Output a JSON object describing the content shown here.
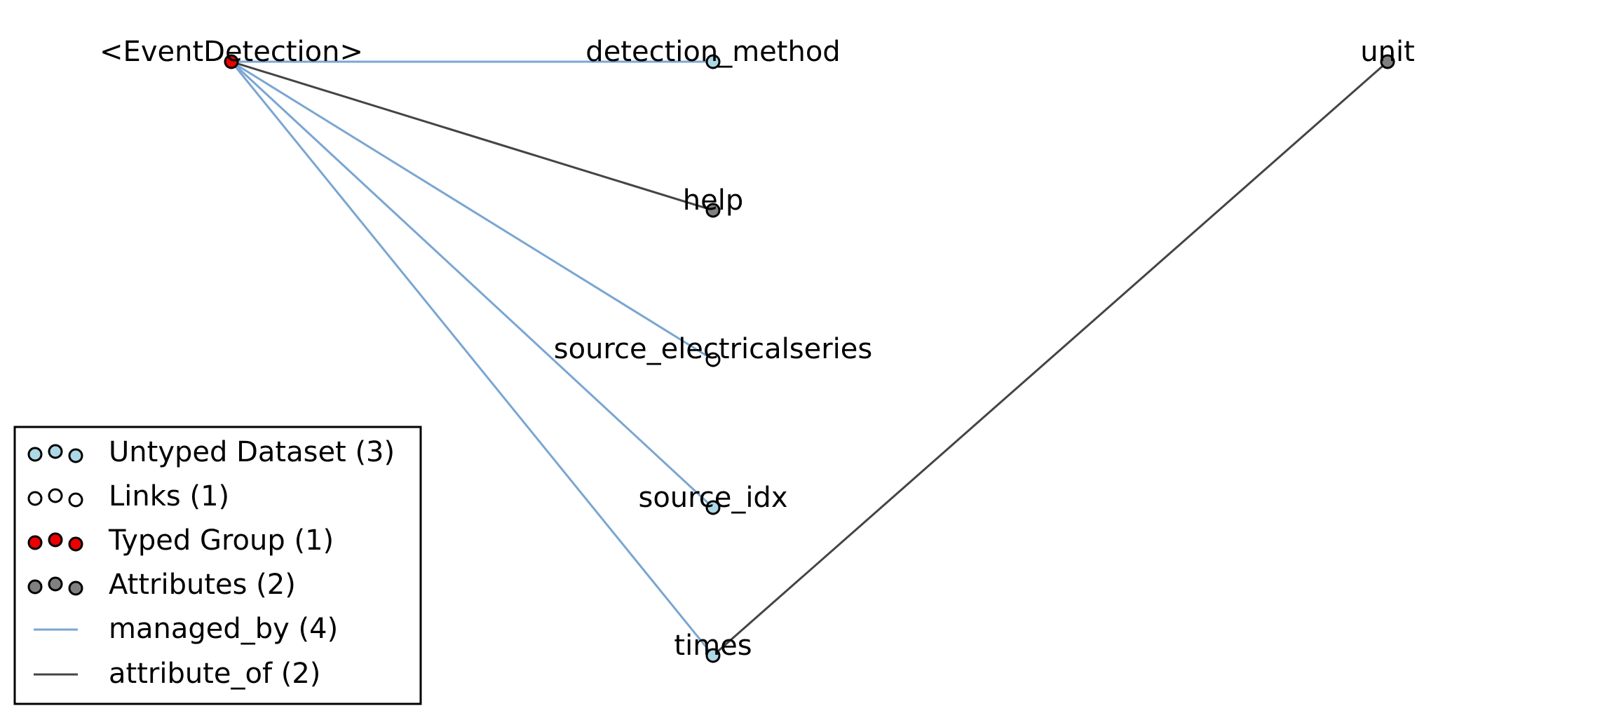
{
  "colors": {
    "managed_by": "#7aa6d2",
    "attribute_of": "#444444",
    "untyped_dataset": "#add8e6",
    "link": "#ffffff",
    "typed_group": "#ee0000",
    "attribute": "#808080",
    "node_stroke": "#000000"
  },
  "nodes": {
    "event_detection": {
      "label": "<EventDetection>",
      "kind": "typed_group"
    },
    "detection_method": {
      "label": "detection_method",
      "kind": "untyped_dataset"
    },
    "help": {
      "label": "help",
      "kind": "attribute"
    },
    "source_electricalseries": {
      "label": "source_electricalseries",
      "kind": "link"
    },
    "source_idx": {
      "label": "source_idx",
      "kind": "untyped_dataset"
    },
    "times": {
      "label": "times",
      "kind": "untyped_dataset"
    },
    "unit": {
      "label": "unit",
      "kind": "attribute"
    }
  },
  "edges": [
    {
      "from": "event_detection",
      "to": "detection_method",
      "type": "managed_by"
    },
    {
      "from": "event_detection",
      "to": "help",
      "type": "attribute_of"
    },
    {
      "from": "event_detection",
      "to": "source_electricalseries",
      "type": "managed_by"
    },
    {
      "from": "event_detection",
      "to": "source_idx",
      "type": "managed_by"
    },
    {
      "from": "event_detection",
      "to": "times",
      "type": "managed_by"
    },
    {
      "from": "times",
      "to": "unit",
      "type": "attribute_of"
    }
  ],
  "legend": {
    "untyped_dataset": {
      "label": "Untyped Dataset (3)",
      "kind": "untyped_dataset"
    },
    "links": {
      "label": "Links (1)",
      "kind": "link"
    },
    "typed_group": {
      "label": "Typed Group (1)",
      "kind": "typed_group"
    },
    "attributes": {
      "label": "Attributes (2)",
      "kind": "attribute"
    },
    "managed_by": {
      "label": "managed_by (4)",
      "edge": "managed_by"
    },
    "attribute_of": {
      "label": "attribute_of (2)",
      "edge": "attribute_of"
    }
  }
}
